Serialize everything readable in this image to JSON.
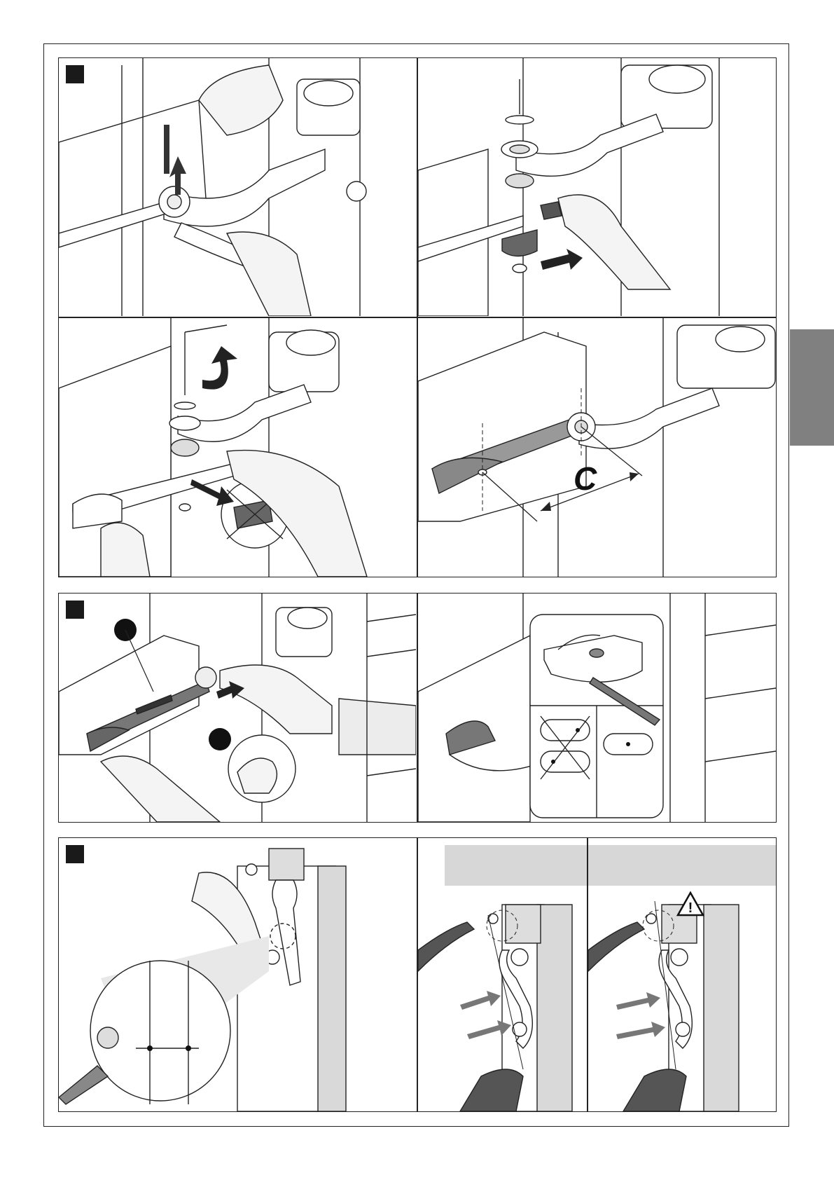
{
  "page": {
    "side_tab_color": "#808080"
  },
  "section1": {
    "panels": [
      {
        "name": "tighten-nut-with-wrench"
      },
      {
        "name": "exploded-bracket-assembly"
      },
      {
        "name": "remove-cam-insert"
      },
      {
        "name": "measure-distance-c",
        "dimension_label": "C"
      }
    ]
  },
  "section2": {
    "callouts": [
      "level-icon",
      "strength-icon"
    ],
    "panels": [
      {
        "name": "level-arm-and-push"
      },
      {
        "name": "mark-hole-with-pencil"
      }
    ]
  },
  "section3": {
    "panels": [
      {
        "name": "align-arm-magnifier"
      },
      {
        "name": "plumb-line-check-ok"
      },
      {
        "name": "plumb-line-check-warning",
        "warning_symbol": "!"
      }
    ],
    "colors": {
      "header_fill": "#d7d7d7",
      "arrow_fill": "#777777",
      "wall_fill": "#d9d9d9"
    }
  }
}
